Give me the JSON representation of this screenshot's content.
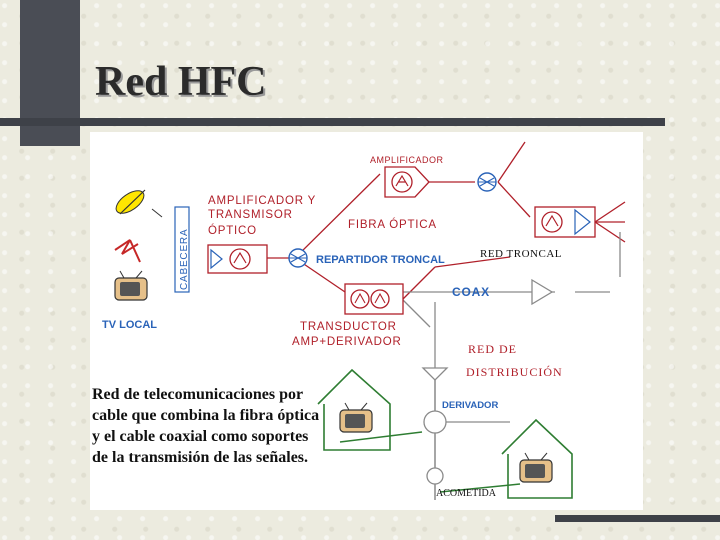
{
  "slide": {
    "title": "Red HFC",
    "caption": "Red de telecomunicaciones por cable que combina la fibra óptica y el cable coaxial como soportes de la transmisión de las señales."
  },
  "diagram": {
    "labels": {
      "amplificador": "AMPLIFICADOR",
      "amp_transmisor_1": "AMPLIFICADOR Y",
      "amp_transmisor_2": "TRANSMISOR",
      "amp_transmisor_3": "ÓPTICO",
      "fibra_optica": "FIBRA ÓPTICA",
      "cabecera": "CABECERA",
      "repartidor_troncal": "REPARTIDOR TRONCAL",
      "red_troncal": "RED TRONCAL",
      "coax": "COAX",
      "tv_local": "TV LOCAL",
      "transductor_1": "TRANSDUCTOR",
      "transductor_2": "AMP+DERIVADOR",
      "red_distribucion_1": "RED DE",
      "red_distribucion_2": "DISTRIBUCIÓN",
      "derivador": "DERIVADOR",
      "acometida": "ACOMETIDA"
    },
    "colors": {
      "red_line": "#b0202a",
      "blue_label": "#2a63b8",
      "green_line": "#2e7d32",
      "gray_line": "#8a8a8a"
    }
  }
}
